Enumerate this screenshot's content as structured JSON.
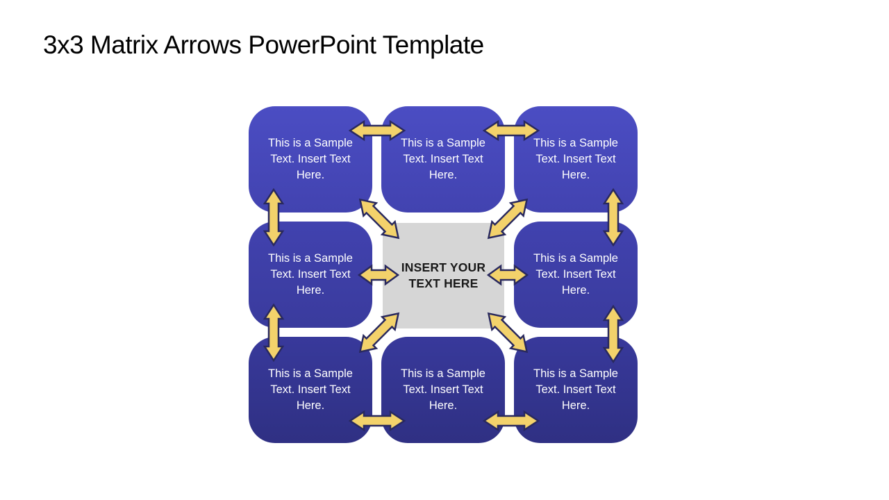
{
  "slide": {
    "title": "3x3 Matrix Arrows PowerPoint Template"
  },
  "matrix": {
    "cells": [
      {
        "position": "top-left",
        "text": "This is a Sample Text. Insert Text Here."
      },
      {
        "position": "top-center",
        "text": "This is a Sample Text. Insert Text Here."
      },
      {
        "position": "top-right",
        "text": "This is a Sample Text. Insert Text Here."
      },
      {
        "position": "middle-left",
        "text": "This is a Sample Text. Insert Text Here."
      },
      {
        "position": "center",
        "text": "INSERT YOUR TEXT HERE"
      },
      {
        "position": "middle-right",
        "text": "This is a Sample Text. Insert Text Here."
      },
      {
        "position": "bottom-left",
        "text": "This is a Sample Text. Insert Text Here."
      },
      {
        "position": "bottom-center",
        "text": "This is a Sample Text. Insert Text Here."
      },
      {
        "position": "bottom-right",
        "text": "This is a Sample Text. Insert Text Here."
      }
    ],
    "arrow_count": 14,
    "arrow_style": "double-headed"
  },
  "colors": {
    "title_text": "#000000",
    "cell_text": "#FFFFFF",
    "center_text": "#1A1A1A",
    "center_cell_bg": "#D6D6D6",
    "arrow_fill": "#F3D26B",
    "arrow_stroke": "#29295E",
    "row1_grad_top": "#4B4DC3",
    "row1_grad_bottom": "#4243B0",
    "row2_grad_top": "#4142AF",
    "row2_grad_bottom": "#3A3B9D",
    "row3_grad_top": "#38399B",
    "row3_grad_bottom": "#2F3083"
  }
}
